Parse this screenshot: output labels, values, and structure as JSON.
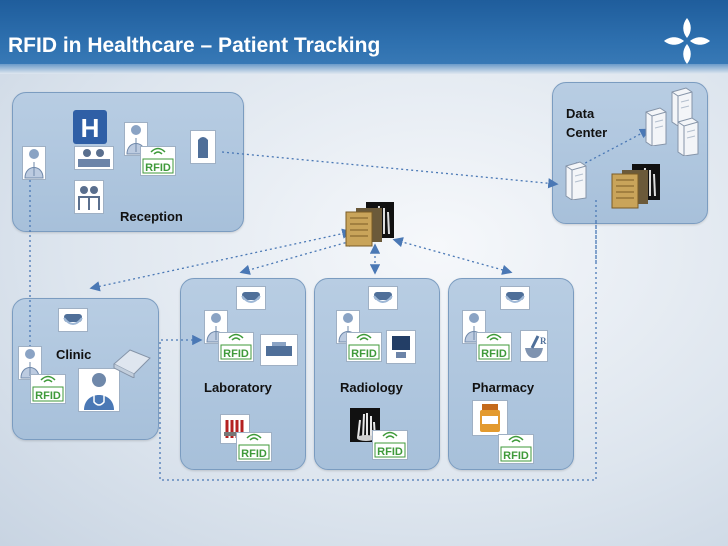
{
  "title": "RFID in Healthcare – Patient Tracking",
  "nodes": {
    "reception": "Reception",
    "data_center": "Data\nCenter",
    "clinic": "Clinic",
    "laboratory": "Laboratory",
    "radiology": "Radiology",
    "pharmacy": "Pharmacy"
  },
  "rfid_tag": "RFID",
  "hospital_sign": "H",
  "pharmacy_rx": "R",
  "colors": {
    "header": "#2d6fae",
    "box": "#b1c7df",
    "arrow": "#4a78b5",
    "rfid_green": "#3f9a3a"
  }
}
